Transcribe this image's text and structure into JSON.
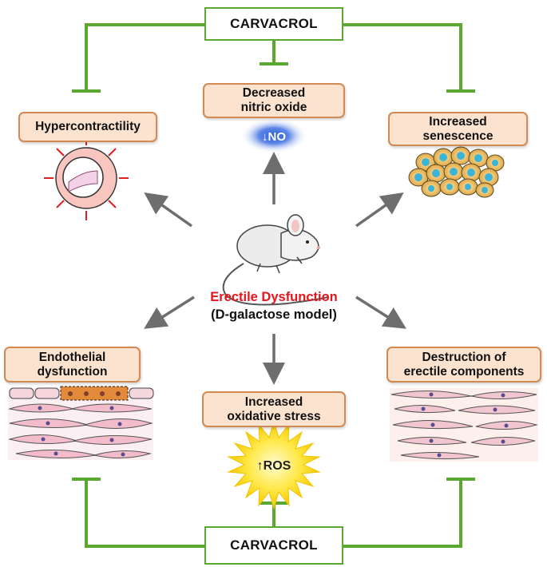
{
  "carvacrol_top": "CARVACROL",
  "carvacrol_bottom": "CARVACROL",
  "center": {
    "title": "Erectile Dysfunction",
    "subtitle": "(D-galactose model)",
    "title_color": "#e8141b"
  },
  "effects": {
    "hypercontractility": "Hypercontractility",
    "nitric_oxide": "Decreased\nnitric oxide",
    "senescence": "Increased\nsenescence",
    "endothelial": "Endothelial\ndysfunction",
    "oxidative": "Increased\noxidative stress",
    "erectile_components": "Destruction of\nerectile components"
  },
  "badges": {
    "no": "↓NO",
    "ros": "↑ROS"
  },
  "colors": {
    "inhibit_line": "#5aa832",
    "arrow": "#6e6e6e",
    "box_fill": "#fbe3d0",
    "box_border": "#d38a52"
  }
}
